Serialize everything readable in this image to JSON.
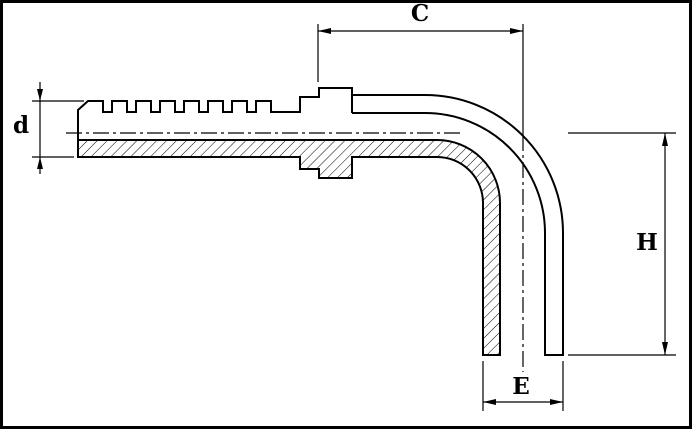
{
  "page": {
    "background_color": "#ffffff",
    "line_color": "#000000"
  },
  "drawing": {
    "type": "technical-diagram",
    "subject": "90-degree elbow hose fitting, half-section view with hatched walls",
    "dimension_labels": {
      "c": "C",
      "d": "d",
      "h": "H",
      "e": "E"
    }
  }
}
